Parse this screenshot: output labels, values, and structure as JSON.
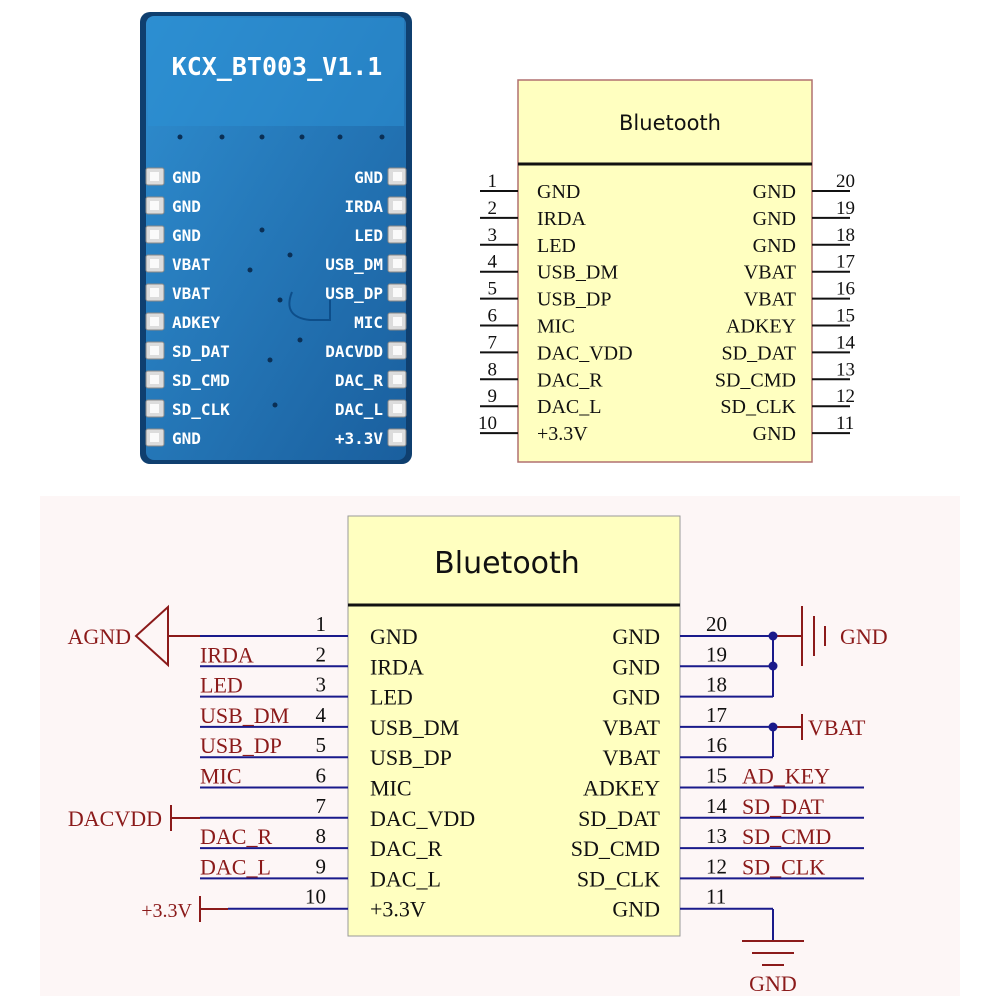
{
  "board": {
    "title": "KCX_BT003_V1.1",
    "left_pins": [
      "GND",
      "GND",
      "GND",
      "VBAT",
      "VBAT",
      "ADKEY",
      "SD_DAT",
      "SD_CMD",
      "SD_CLK",
      "GND"
    ],
    "right_pins": [
      "GND",
      "IRDA",
      "LED",
      "USB_DM",
      "USB_DP",
      "MIC",
      "DACVDD",
      "DAC_R",
      "DAC_L",
      "+3.3V"
    ],
    "colors": {
      "pcb": "#1b6fb0",
      "pcb_light": "#2a85c4",
      "pad": "#d8d8d8"
    }
  },
  "symbol": {
    "title": "Bluetooth",
    "left_labels": [
      "GND",
      "IRDA",
      "LED",
      "USB_DM",
      "USB_DP",
      "MIC",
      "DAC_VDD",
      "DAC_R",
      "DAC_L",
      "+3.3V"
    ],
    "right_labels": [
      "GND",
      "GND",
      "GND",
      "VBAT",
      "VBAT",
      "ADKEY",
      "SD_DAT",
      "SD_CMD",
      "SD_CLK",
      "GND"
    ],
    "left_numbers": [
      "1",
      "2",
      "3",
      "4",
      "5",
      "6",
      "7",
      "8",
      "9",
      "10"
    ],
    "right_numbers": [
      "20",
      "19",
      "18",
      "17",
      "16",
      "15",
      "14",
      "13",
      "12",
      "11"
    ],
    "colors": {
      "fill": "#ffffc0",
      "border": "#b06060"
    }
  },
  "schematic": {
    "title": "Bluetooth",
    "left_labels": [
      "GND",
      "IRDA",
      "LED",
      "USB_DM",
      "USB_DP",
      "MIC",
      "DAC_VDD",
      "DAC_R",
      "DAC_L",
      "+3.3V"
    ],
    "right_labels": [
      "GND",
      "GND",
      "GND",
      "VBAT",
      "VBAT",
      "ADKEY",
      "SD_DAT",
      "SD_CMD",
      "SD_CLK",
      "GND"
    ],
    "left_numbers": [
      "1",
      "2",
      "3",
      "4",
      "5",
      "6",
      "7",
      "8",
      "9",
      "10"
    ],
    "right_numbers": [
      "20",
      "19",
      "18",
      "17",
      "16",
      "15",
      "14",
      "13",
      "12",
      "11"
    ],
    "left_nets": [
      "",
      "IRDA",
      "LED",
      "USB_DM",
      "USB_DP",
      "MIC",
      "",
      "DAC_R",
      "DAC_L",
      ""
    ],
    "right_nets": [
      "",
      "",
      "",
      "",
      "",
      "AD_KEY",
      "SD_DAT",
      "SD_CMD",
      "SD_CLK",
      ""
    ],
    "power_symbols": {
      "agnd": "AGND",
      "dacvdd": "DACVDD",
      "v33": "+3.3V",
      "gnd_top": "GND",
      "vbat": "VBAT",
      "gnd_bottom": "GND"
    },
    "colors": {
      "fill": "#ffffc0",
      "net": "#8b1a1a",
      "wire": "#1a1a8b",
      "background": "#fdf6f6"
    }
  }
}
